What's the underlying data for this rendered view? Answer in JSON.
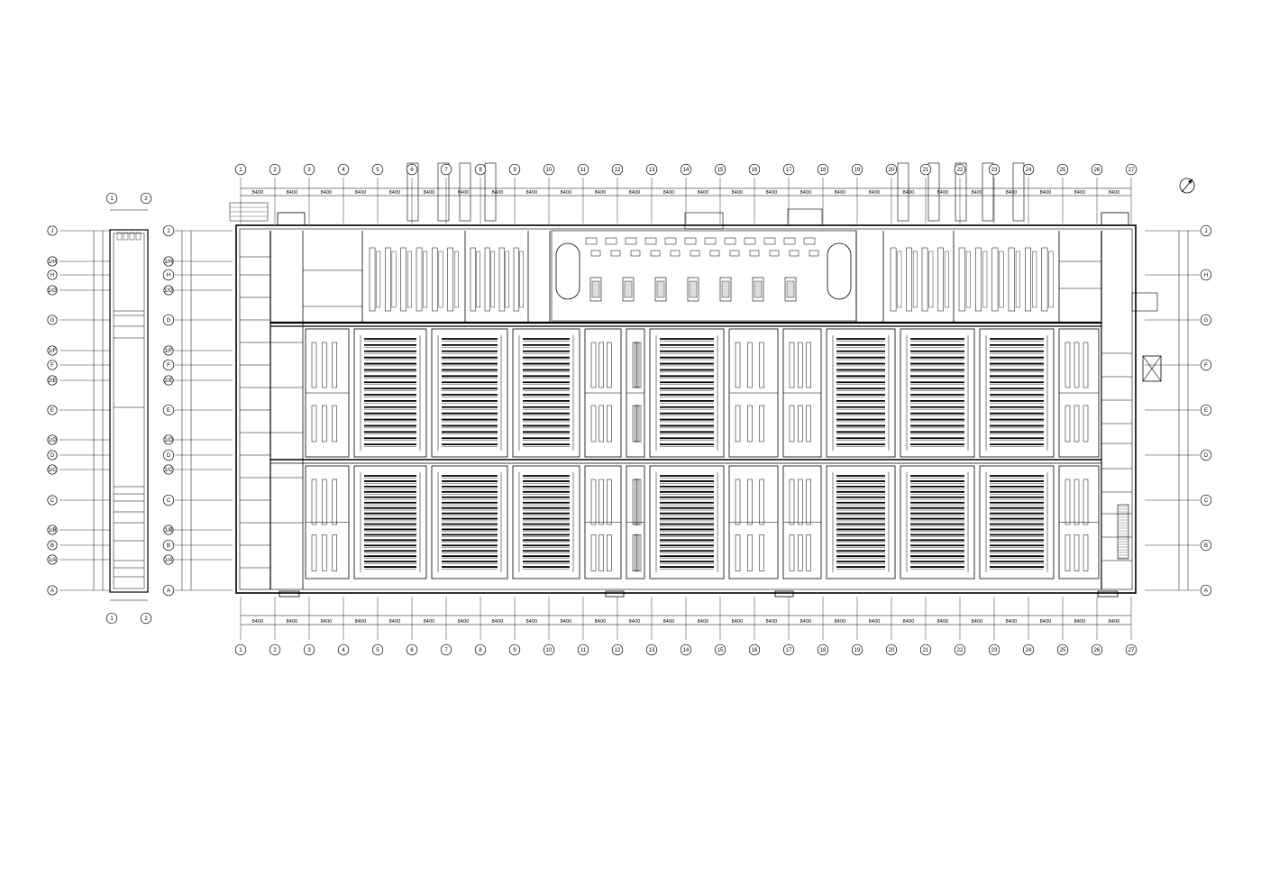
{
  "drawing": {
    "axes": {
      "top_columns": [
        "1",
        "2",
        "3",
        "4",
        "5",
        "6",
        "7",
        "8",
        "9",
        "10",
        "11",
        "12",
        "13",
        "14",
        "15",
        "16",
        "17",
        "18",
        "19",
        "20",
        "21",
        "22",
        "23",
        "24",
        "25",
        "26",
        "27"
      ],
      "bottom_columns": [
        "1",
        "2",
        "3",
        "4",
        "5",
        "6",
        "7",
        "8",
        "9",
        "10",
        "11",
        "12",
        "13",
        "14",
        "15",
        "16",
        "17",
        "18",
        "19",
        "20",
        "21",
        "22",
        "23",
        "24",
        "25",
        "26",
        "27"
      ],
      "left_rows": [
        "J",
        "H",
        "G",
        "F",
        "E",
        "D",
        "C",
        "B",
        "A"
      ],
      "inner_rows": [
        "J",
        "1/H",
        "H",
        "1/G",
        "G",
        "1/F",
        "F",
        "2/E",
        "E",
        "1/D",
        "D",
        "1/C",
        "C",
        "1/B",
        "B",
        "1/A",
        "A"
      ],
      "right_rows": [
        "J",
        "H",
        "G",
        "F",
        "E",
        "D",
        "C",
        "B",
        "A"
      ],
      "side_columns": [
        "1",
        "2"
      ]
    },
    "colors": {
      "line": "#000000",
      "background": "#ffffff"
    },
    "icons": {
      "north_arrow": "north-arrow-icon",
      "door": "door-icon",
      "stair": "stair-icon"
    }
  }
}
